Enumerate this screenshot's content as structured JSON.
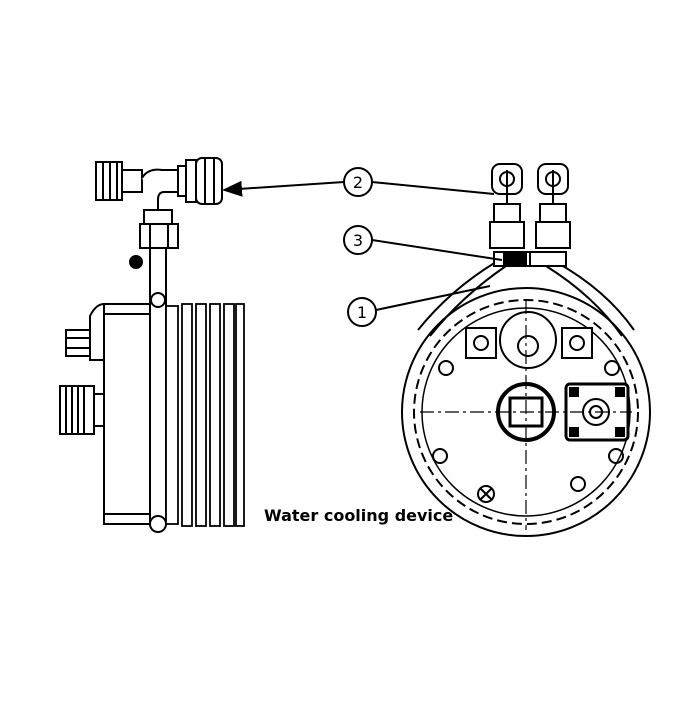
{
  "figure": {
    "caption": "Water cooling device",
    "callouts": [
      {
        "label": "1",
        "points_to": "cooling pipe loop"
      },
      {
        "label": "2",
        "points_to": "hose fittings"
      },
      {
        "label": "3",
        "points_to": "pipe clamp"
      }
    ]
  },
  "colors": {
    "line": "#000000",
    "background": "#ffffff"
  }
}
